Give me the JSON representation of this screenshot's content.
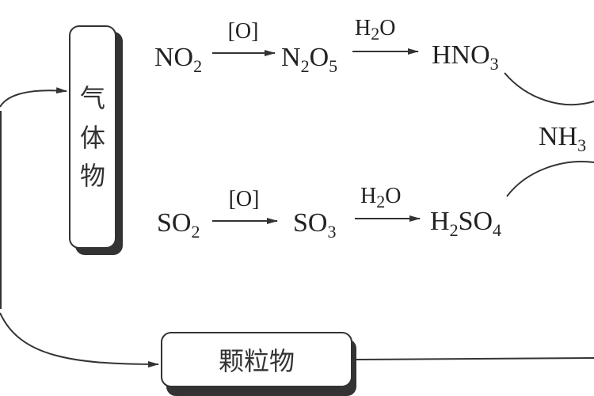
{
  "boxes": {
    "gas": [
      "气",
      "体",
      "物"
    ],
    "particulate": "颗粒物"
  },
  "formulas": {
    "no2": [
      "NO",
      "2"
    ],
    "n2o5": [
      "N",
      "2",
      "O",
      "5"
    ],
    "hno3": [
      "HNO",
      "3"
    ],
    "so2": [
      "SO",
      "2"
    ],
    "so3": [
      "SO",
      "3"
    ],
    "h2so4": [
      "H",
      "2",
      "SO",
      "4"
    ],
    "nh3": [
      "NH",
      "3"
    ]
  },
  "conditions": {
    "oxidation": "[O]",
    "water": [
      "H",
      "2",
      "O"
    ]
  }
}
